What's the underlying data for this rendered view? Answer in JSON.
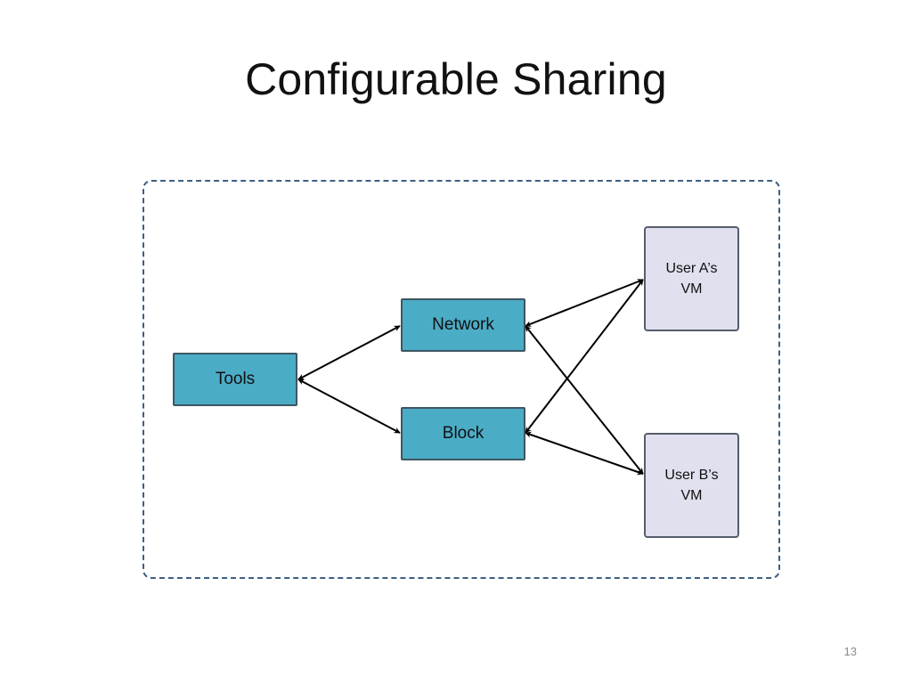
{
  "slide": {
    "title": "Configurable Sharing",
    "page_number": "13"
  },
  "diagram": {
    "nodes": {
      "tools": "Tools",
      "network": "Network",
      "block": "Block",
      "user_a_vm": "User A’s\nVM",
      "user_b_vm": "User B’s\nVM"
    },
    "edges": [
      {
        "from": "tools",
        "to": "network",
        "direction": "both"
      },
      {
        "from": "tools",
        "to": "block",
        "direction": "both"
      },
      {
        "from": "network",
        "to": "user_a_vm",
        "direction": "both"
      },
      {
        "from": "network",
        "to": "user_b_vm",
        "direction": "both"
      },
      {
        "from": "block",
        "to": "user_a_vm",
        "direction": "both"
      },
      {
        "from": "block",
        "to": "user_b_vm",
        "direction": "both"
      }
    ],
    "colors": {
      "frame_border": "#3d5f82",
      "teal_fill": "#4bacc6",
      "lavender_fill": "#e0e0ee",
      "arrow": "#000000"
    }
  }
}
